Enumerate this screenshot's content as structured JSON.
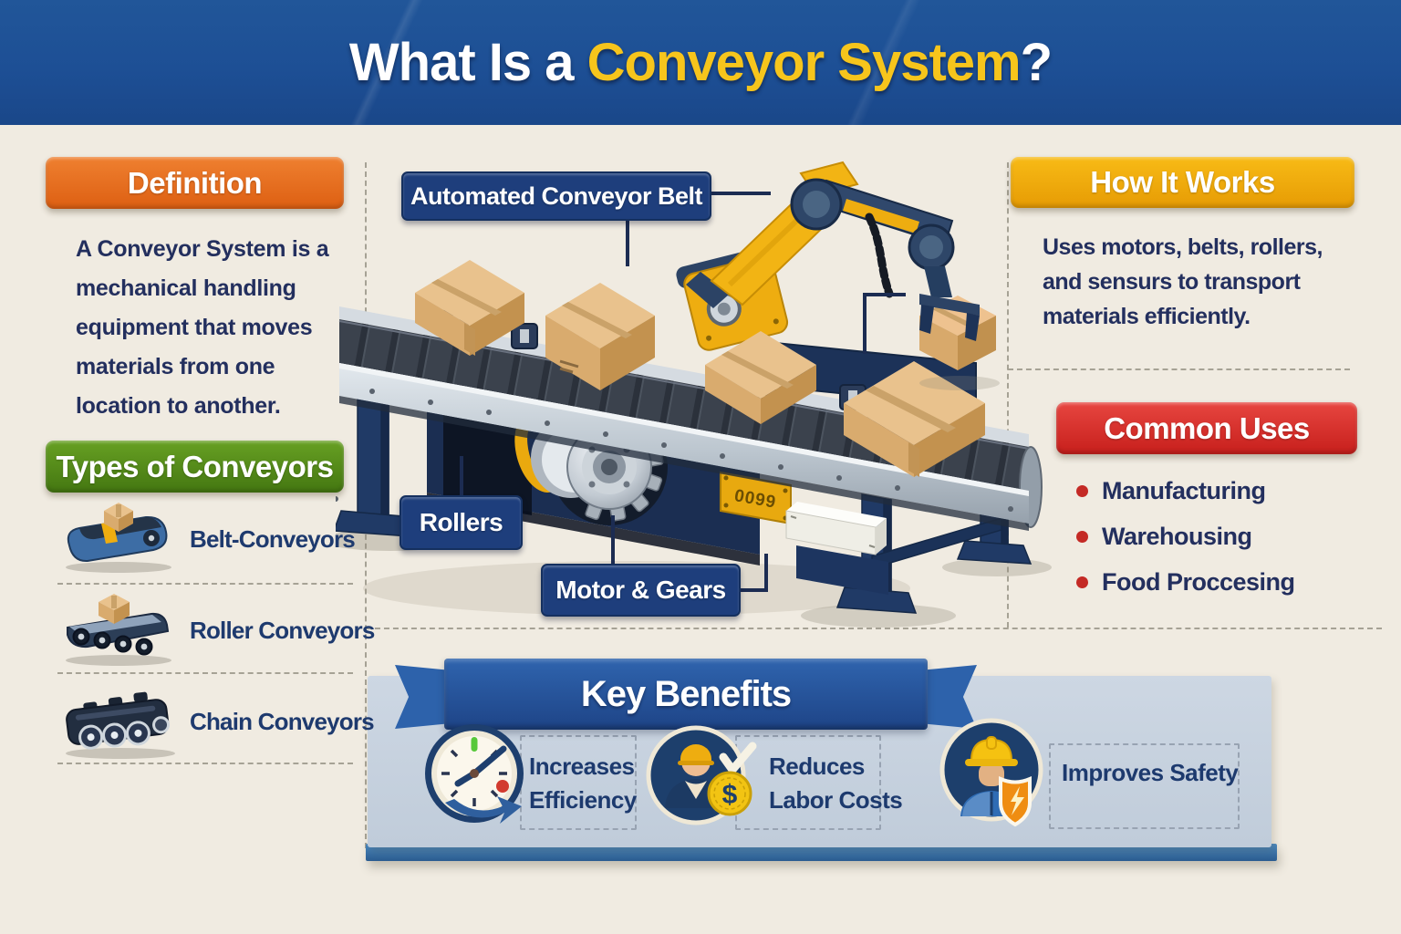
{
  "title": {
    "part1": "What Is a ",
    "part2": "Conveyor System",
    "part3": "?"
  },
  "definition": {
    "header": "Definition",
    "lead_in": "A ",
    "term": "Conveyor System",
    "rest": " is a mechanical handling equipment that moves materials from one location to another."
  },
  "types": {
    "header": "Types of Conveyors",
    "items": [
      {
        "label": "Belt-Conveyors",
        "icon": "belt-conveyor-icon"
      },
      {
        "label": "Roller Conveyors",
        "icon": "roller-conveyor-icon"
      },
      {
        "label": "Chain Conveyors",
        "icon": "chain-conveyor-icon"
      }
    ]
  },
  "diagram": {
    "labels": {
      "belt": "Automated Conveyor Belt",
      "rollers": "Rollers",
      "motor": "Motor & Gears"
    },
    "machine_plate": "0099"
  },
  "how_it_works": {
    "header": "How It Works",
    "text": "Uses motors, belts, rollers, and sensurs to transport materials efficiently."
  },
  "common_uses": {
    "header": "Common Uses",
    "items": [
      "Manufacturing",
      "Warehousing",
      "Food Proccesing"
    ]
  },
  "key_benefits": {
    "header": "Key Benefits",
    "coin_symbol": "$",
    "items": [
      {
        "label": "Increases Efficiency",
        "icon": "clock-efficiency-icon"
      },
      {
        "label": "Reduces Labor Costs",
        "icon": "worker-dollar-icon"
      },
      {
        "label": "Improves Safety",
        "icon": "worker-shield-icon"
      }
    ]
  },
  "colors": {
    "banner_blue": "#1d4f95",
    "title_yellow": "#f6c51c",
    "definition_orange": "#e2661c",
    "types_green": "#55891d",
    "how_yellow": "#eead0c",
    "common_red": "#d3302c",
    "body_navy": "#232f5e",
    "label_navy": "#1e3e7c",
    "panel_blue": "#c7d2e0",
    "background": "#f0ebe1"
  }
}
